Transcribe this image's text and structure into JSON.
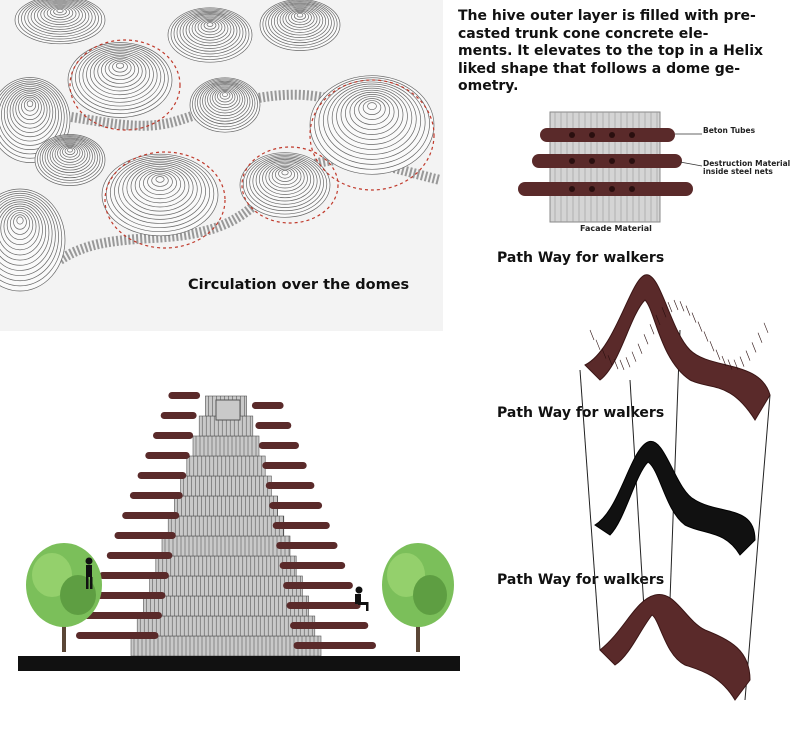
{
  "description": {
    "lines": [
      "The hive outer layer is filled with pre-",
      "casted trunk cone concrete ele-",
      "ments. It elevates to the top in a Helix",
      "liked shape that follows a dome ge-",
      "ometry."
    ]
  },
  "domes_panel": {
    "caption": "Circulation over the domes"
  },
  "facade_diagram": {
    "label_tubes": "Beton Tubes",
    "label_destruction_1": "Destruction Material",
    "label_destruction_2": "inside steel nets",
    "caption": "Facade Material"
  },
  "pathway": {
    "label_1": "Path Way for walkers",
    "label_2": "Path Way for walkers",
    "label_3": "Path Way for walkers"
  },
  "colors": {
    "tube_brown": "#5a2a2a",
    "concrete_grey": "#b8b8b8",
    "circulation_red": "#c0392b",
    "tree_green": "#6aa84f",
    "ground_black": "#111111"
  }
}
